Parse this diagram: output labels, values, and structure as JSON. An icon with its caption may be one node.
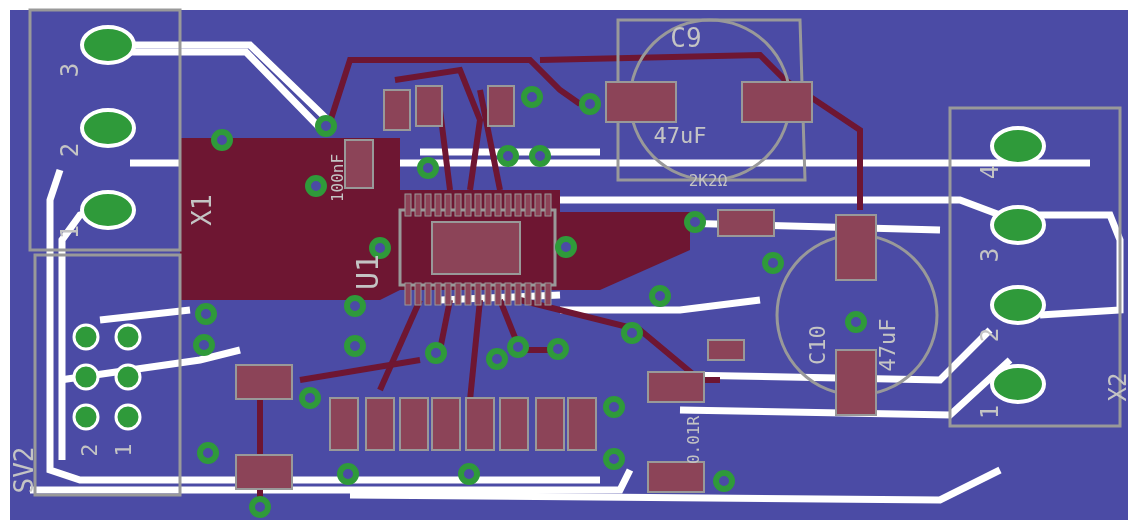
{
  "diagram": {
    "labels": [
      "3",
      "2",
      "1",
      "X1",
      "100nF",
      "C9",
      "47uF",
      "2K2Ω",
      "U1",
      "4",
      "3",
      "2",
      "1",
      "C10",
      "47uF",
      "X2",
      "SV2",
      "2",
      "1",
      "0.01R"
    ]
  }
}
